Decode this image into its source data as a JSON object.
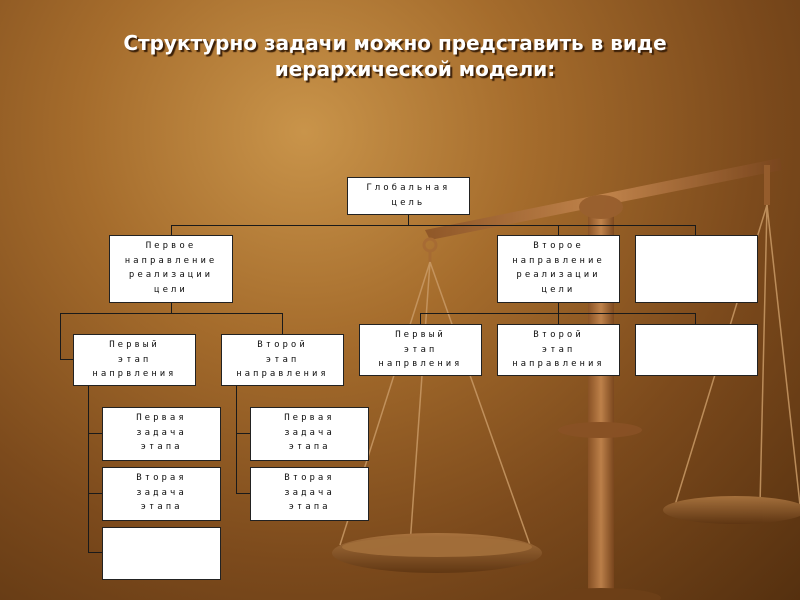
{
  "title": {
    "line1": "Структурно задачи можно представить в виде",
    "line2": "иерархической модели:"
  },
  "diagram": {
    "root": "Глобальная\nцель",
    "direction1": "Первое\nнаправление\nреализации\nцели",
    "direction2": "Второе\nнаправление\nреализации\nцели",
    "d1_stage1": "Первый\nэтап\nнапрвления",
    "d1_stage2": "Второй\nэтап\nнаправления",
    "d1s1_task1": "Первая\nзадача\nэтапа",
    "d1s1_task2": "Вторая\nзадача\nэтапа",
    "d1s2_task1": "Первая\nзадача\nэтапа",
    "d1s2_task2": "Вторая\nзадача\nэтапа",
    "d2_stage1": "Первый\nэтап\nнапрвления",
    "d2_stage2": "Второй\nэтап\nнаправления"
  }
}
